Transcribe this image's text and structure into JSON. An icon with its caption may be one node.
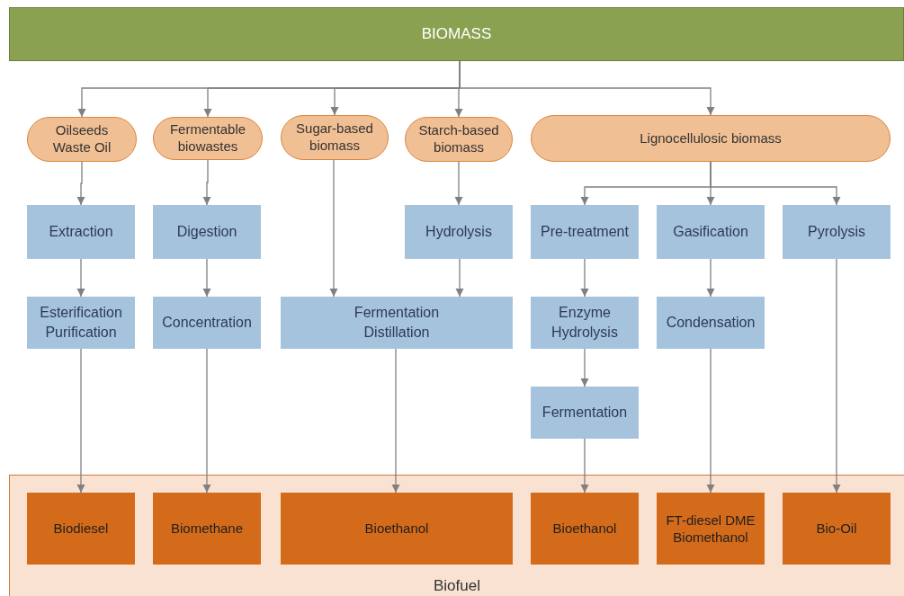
{
  "diagram": {
    "nodes": [
      {
        "text": [
          "BIOMASS"
        ]
      },
      {
        "text": [
          "Oilseeds Waste Oil"
        ]
      },
      {
        "text": [
          "Fermentable biowastes"
        ]
      },
      {
        "text": [
          "Sugar-based biomass"
        ]
      },
      {
        "text": [
          "Starch-based biomass"
        ]
      },
      {
        "text": [
          "Lignocellulosic biomass"
        ]
      },
      {
        "text": [
          "Extraction"
        ]
      },
      {
        "text": [
          "Digestion"
        ]
      },
      {
        "text": [
          "Hydrolysis"
        ]
      },
      {
        "text": [
          "Pre-treatment"
        ]
      },
      {
        "text": [
          "Gasification"
        ]
      },
      {
        "text": [
          "Pyrolysis"
        ]
      },
      {
        "text": [
          "Esterification Purification"
        ]
      },
      {
        "text": [
          "Concentration"
        ]
      },
      {
        "text": [
          "Fermentation Distillation"
        ]
      },
      {
        "text": [
          "Enzyme Hydrolysis"
        ]
      },
      {
        "text": [
          "Condensation"
        ]
      },
      {
        "text": [
          "Fermentation"
        ]
      },
      {
        "text": [
          "Biofuel"
        ]
      },
      {
        "text": [
          "Biodiesel"
        ],
        "in": 18
      },
      {
        "text": [
          "Biomethane"
        ],
        "in": 18
      },
      {
        "text": [
          "Bioethanol"
        ],
        "in": 18
      },
      {
        "text": [
          "Bioethanol"
        ],
        "in": 18
      },
      {
        "text": [
          "FT-diesel DME Biomethanol"
        ],
        "in": 18
      },
      {
        "text": [
          "Bio-Oil"
        ],
        "in": 18
      }
    ],
    "edges": [
      {
        "from": 0,
        "to": 1,
        "arrow": "to"
      },
      {
        "from": 0,
        "to": 2,
        "arrow": "to"
      },
      {
        "from": 0,
        "to": 3,
        "arrow": "to"
      },
      {
        "from": 0,
        "to": 4,
        "arrow": "to"
      },
      {
        "from": 0,
        "to": 5,
        "arrow": "to"
      },
      {
        "from": 1,
        "to": 6,
        "arrow": "to"
      },
      {
        "from": 2,
        "to": 7,
        "arrow": "to"
      },
      {
        "from": 3,
        "to": 14,
        "arrow": "to"
      },
      {
        "from": 4,
        "to": 8,
        "arrow": "to"
      },
      {
        "from": 5,
        "to": 9,
        "arrow": "to"
      },
      {
        "from": 5,
        "to": 10,
        "arrow": "to"
      },
      {
        "from": 5,
        "to": 11,
        "arrow": "to"
      },
      {
        "from": 6,
        "to": 12,
        "arrow": "to"
      },
      {
        "from": 7,
        "to": 13,
        "arrow": "to"
      },
      {
        "from": 8,
        "to": 14,
        "arrow": "to"
      },
      {
        "from": 9,
        "to": 15,
        "arrow": "to"
      },
      {
        "from": 10,
        "to": 16,
        "arrow": "to"
      },
      {
        "from": 15,
        "to": 17,
        "arrow": "to"
      },
      {
        "from": 12,
        "to": 19,
        "arrow": "to"
      },
      {
        "from": 13,
        "to": 20,
        "arrow": "to"
      },
      {
        "from": 14,
        "to": 21,
        "arrow": "to"
      },
      {
        "from": 17,
        "to": 22,
        "arrow": "to"
      },
      {
        "from": 16,
        "to": 23,
        "arrow": "to"
      },
      {
        "from": 11,
        "to": 24,
        "arrow": "to"
      }
    ]
  }
}
